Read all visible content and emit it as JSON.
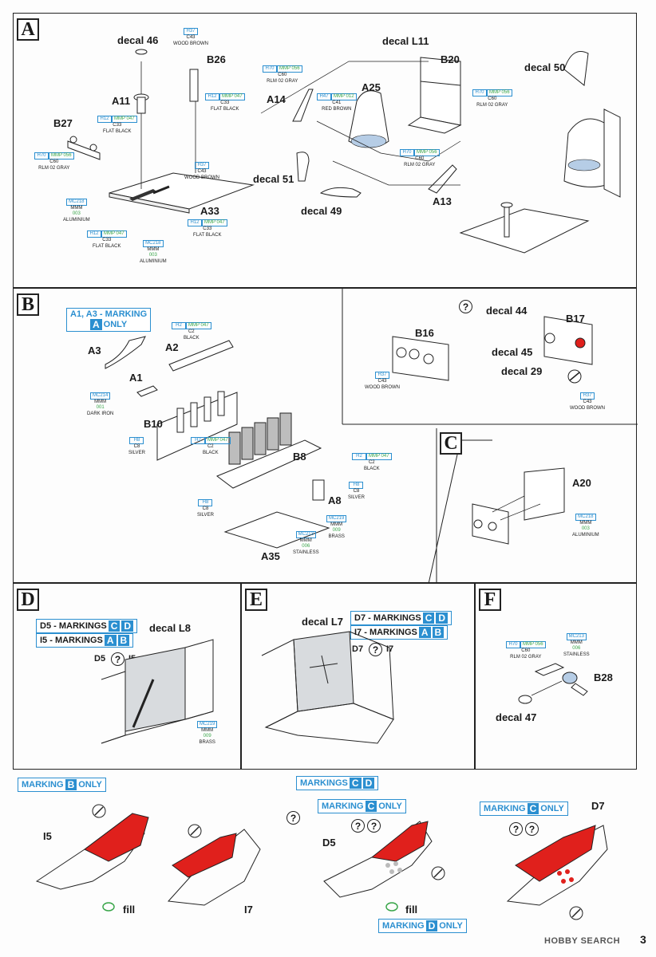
{
  "sections": {
    "A": "A",
    "B": "B",
    "C": "C",
    "D": "D",
    "E": "E",
    "F": "F"
  },
  "partA": {
    "labels": [
      "decal 46",
      "B26",
      "A11",
      "B27",
      "A33",
      "decal L11",
      "B20",
      "A25",
      "A14",
      "decal 50",
      "decal 51",
      "decal 49",
      "A13"
    ],
    "paints": [
      {
        "c1": "H37",
        "c2": "C43",
        "c3": "",
        "name": "WOOD BROWN"
      },
      {
        "c1": "H12",
        "c2": "C33",
        "c3": "MMP 047",
        "name": "FLAT BLACK"
      },
      {
        "c1": "H12",
        "c2": "C33",
        "c3": "MMP 047",
        "name": "FLAT BLACK"
      },
      {
        "c1": "H70",
        "c2": "C60",
        "c3": "MMP 056",
        "name": "RLM 02 GRAY"
      },
      {
        "c1": "H37",
        "c2": "C43",
        "c3": "",
        "name": "WOOD BROWN"
      },
      {
        "c1": "MC218",
        "c2": "MMM",
        "c3": "003",
        "name": "ALUMINIUM"
      },
      {
        "c1": "H12",
        "c2": "C33",
        "c3": "MMP 047",
        "name": "FLAT BLACK"
      },
      {
        "c1": "H12",
        "c2": "C33",
        "c3": "MMP 047",
        "name": "FLAT BLACK"
      },
      {
        "c1": "MC218",
        "c2": "MMM",
        "c3": "003",
        "name": "ALUMINIUM"
      },
      {
        "c1": "H70",
        "c2": "C60",
        "c3": "MMP 056",
        "name": "RLM 02 GRAY"
      },
      {
        "c1": "H47",
        "c2": "C41",
        "c3": "MMP 012",
        "name": "RED BROWN"
      },
      {
        "c1": "H70",
        "c2": "C60",
        "c3": "MMP 056",
        "name": "RLM 02 GRAY"
      },
      {
        "c1": "H70",
        "c2": "C60",
        "c3": "MMP 056",
        "name": "RLM 02 GRAY"
      }
    ]
  },
  "partB": {
    "marking_prefix": "A1, A3 - MARKING",
    "marking_letter": "A",
    "marking_suffix": "ONLY",
    "labels": [
      "A3",
      "A2",
      "A1",
      "B10",
      "B8",
      "A8",
      "A35",
      "B16",
      "decal 44",
      "B17",
      "decal 45",
      "decal 29"
    ],
    "paints": [
      {
        "c1": "H2",
        "c2": "C2",
        "c3": "MMP 047",
        "name": "BLACK"
      },
      {
        "c1": "MC214",
        "c2": "MMM",
        "c3": "001",
        "name": "DARK IRON"
      },
      {
        "c1": "H8",
        "c2": "C8",
        "c3": "",
        "name": "SILVER"
      },
      {
        "c1": "H2",
        "c2": "C2",
        "c3": "MMP 047",
        "name": "BLACK"
      },
      {
        "c1": "H2",
        "c2": "C2",
        "c3": "MMP 047",
        "name": "BLACK"
      },
      {
        "c1": "H8",
        "c2": "C8",
        "c3": "",
        "name": "SILVER"
      },
      {
        "c1": "H8",
        "c2": "C8",
        "c3": "",
        "name": "SILVER"
      },
      {
        "c1": "MC219",
        "c2": "MMM",
        "c3": "009",
        "name": "BRASS"
      },
      {
        "c1": "MC213",
        "c2": "MMM",
        "c3": "006",
        "name": "STAINLESS"
      },
      {
        "c1": "H37",
        "c2": "C43",
        "c3": "",
        "name": "WOOD BROWN"
      },
      {
        "c1": "H37",
        "c2": "C43",
        "c3": "",
        "name": "WOOD BROWN"
      }
    ]
  },
  "partC": {
    "labels": [
      "A20"
    ],
    "paint": {
      "c1": "MC218",
      "c2": "MMM",
      "c3": "003",
      "name": "ALUMINIUM"
    }
  },
  "partD": {
    "m1_prefix": "D5 - MARKINGS",
    "m1_a": "C",
    "m1_b": "D",
    "m2_prefix": "I5 - MARKINGS",
    "m2_a": "A",
    "m2_b": "B",
    "label_decal": "decal L8",
    "left_code": "D5",
    "right_code": "I5",
    "paint": {
      "c1": "MC219",
      "c2": "MMM",
      "c3": "009",
      "name": "BRASS"
    }
  },
  "partE": {
    "m1_prefix": "D7 - MARKINGS",
    "m1_a": "C",
    "m1_b": "D",
    "m2_prefix": "I7 - MARKINGS",
    "m2_a": "A",
    "m2_b": "B",
    "label_decal": "decal L7",
    "left_code": "D7",
    "right_code": "I7"
  },
  "partF": {
    "labels": [
      "B28",
      "decal 47"
    ],
    "paints": [
      {
        "c1": "H70",
        "c2": "C60",
        "c3": "MMP 056",
        "name": "RLM 02 GRAY"
      },
      {
        "c1": "MC213",
        "c2": "MMM",
        "c3": "006",
        "name": "STAINLESS"
      }
    ]
  },
  "bottom": {
    "left_marking_prefix": "MARKING",
    "left_marking_letter": "B",
    "left_marking_suffix": "ONLY",
    "right_marking_prefix": "MARKINGS",
    "right_marking_a": "C",
    "right_marking_b": "D",
    "mc_prefix": "MARKING",
    "mc_letter": "C",
    "mc_suffix": "ONLY",
    "md_prefix": "MARKING",
    "md_letter": "D",
    "md_suffix": "ONLY",
    "labels": [
      "I5",
      "fill",
      "I7",
      "D5",
      "fill",
      "D7"
    ],
    "question": "?"
  },
  "watermark": "HOBBY SEARCH",
  "page_number": "3",
  "colors": {
    "accent_blue": "#2b8fd0",
    "paint_green": "#3aa64a",
    "decal_red": "#e0201c",
    "panel_gray": "#d8dbde"
  }
}
